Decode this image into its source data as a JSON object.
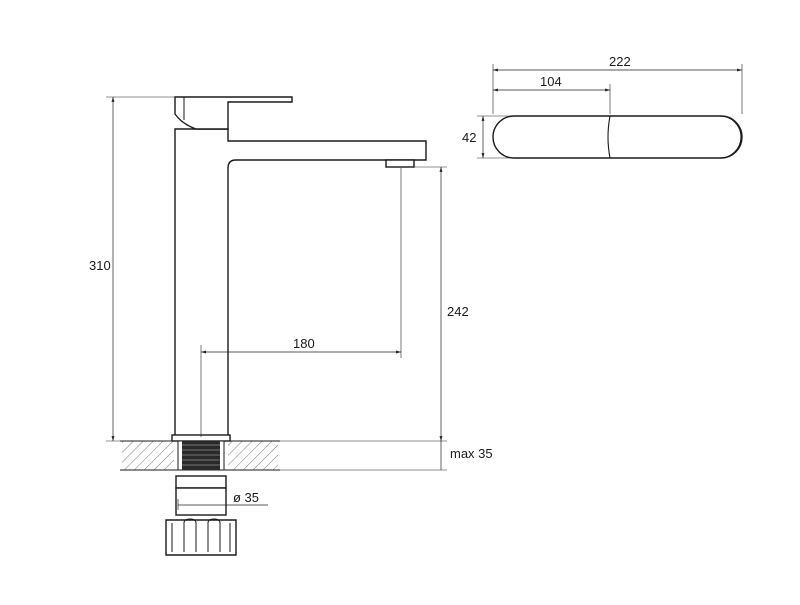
{
  "dimensions": {
    "total_height": "310",
    "spout_height": "242",
    "spout_reach": "180",
    "max_thickness": "max 35",
    "thread_diameter": "ø 35",
    "top_length": "222",
    "handle_length": "104",
    "top_width": "42"
  }
}
